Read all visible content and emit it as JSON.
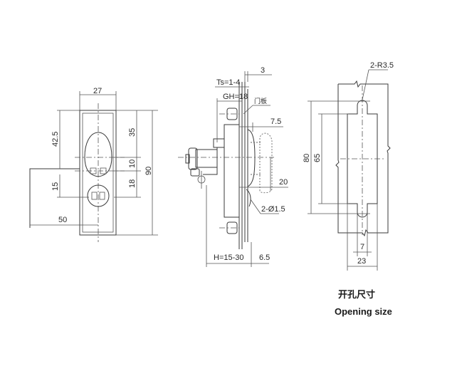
{
  "front_view": {
    "dims": {
      "width_top": "27",
      "height_total": "90",
      "upper_hole": "35",
      "mid_gap": "10",
      "lower_gap": "18",
      "left_upper": "42.5",
      "left_lower": "15",
      "handle_offset": "50"
    }
  },
  "side_view": {
    "dims": {
      "top_3": "3",
      "ts": "Ts=1-4",
      "gh": "GH=18",
      "door_panel_label": "门板",
      "d_7_5": "7.5",
      "d_20": "20",
      "holes": "2-Ø1.5",
      "h_range": "H=15-30",
      "d_6_5": "6.5"
    }
  },
  "opening_view": {
    "dims": {
      "radius": "2-R3.5",
      "h_80": "80",
      "h_65": "65",
      "w_7": "7",
      "w_23": "23"
    }
  },
  "caption": {
    "chinese": "开孔尺寸",
    "english": "Opening size"
  }
}
